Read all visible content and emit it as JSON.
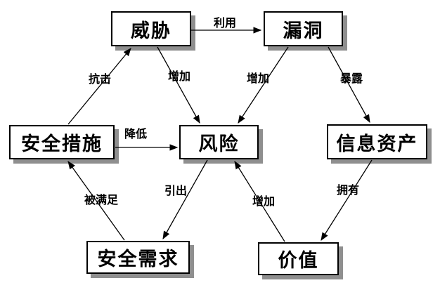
{
  "diagram": {
    "type": "concept-relationship-diagram",
    "colors": {
      "background": "#ffffff",
      "box_fill": "#ffffff",
      "box_border": "#000000",
      "box_shadow": "#8f8f8f",
      "line": "#000000",
      "text": "#000000"
    },
    "nodes": [
      {
        "id": "threat",
        "label": "威胁"
      },
      {
        "id": "vulnerability",
        "label": "漏洞"
      },
      {
        "id": "security-measures",
        "label": "安全措施"
      },
      {
        "id": "risk",
        "label": "风险"
      },
      {
        "id": "information-assets",
        "label": "信息资产"
      },
      {
        "id": "security-requirements",
        "label": "安全需求"
      },
      {
        "id": "value",
        "label": "价值"
      }
    ],
    "edges": [
      {
        "from": "威胁",
        "to": "漏洞",
        "label": "利用"
      },
      {
        "from": "安全措施",
        "to": "威胁",
        "label": "抗击"
      },
      {
        "from": "威胁",
        "to": "风险",
        "label": "增加"
      },
      {
        "from": "漏洞",
        "to": "风险",
        "label": "增加"
      },
      {
        "from": "漏洞",
        "to": "信息资产",
        "label": "暴露"
      },
      {
        "from": "安全措施",
        "to": "风险",
        "label": "降低"
      },
      {
        "from": "安全需求",
        "to": "安全措施",
        "label": "被满足"
      },
      {
        "from": "风险",
        "to": "安全需求",
        "label": "引出"
      },
      {
        "from": "价值",
        "to": "风险",
        "label": "增加"
      },
      {
        "from": "信息资产",
        "to": "价值",
        "label": "拥有"
      }
    ]
  }
}
